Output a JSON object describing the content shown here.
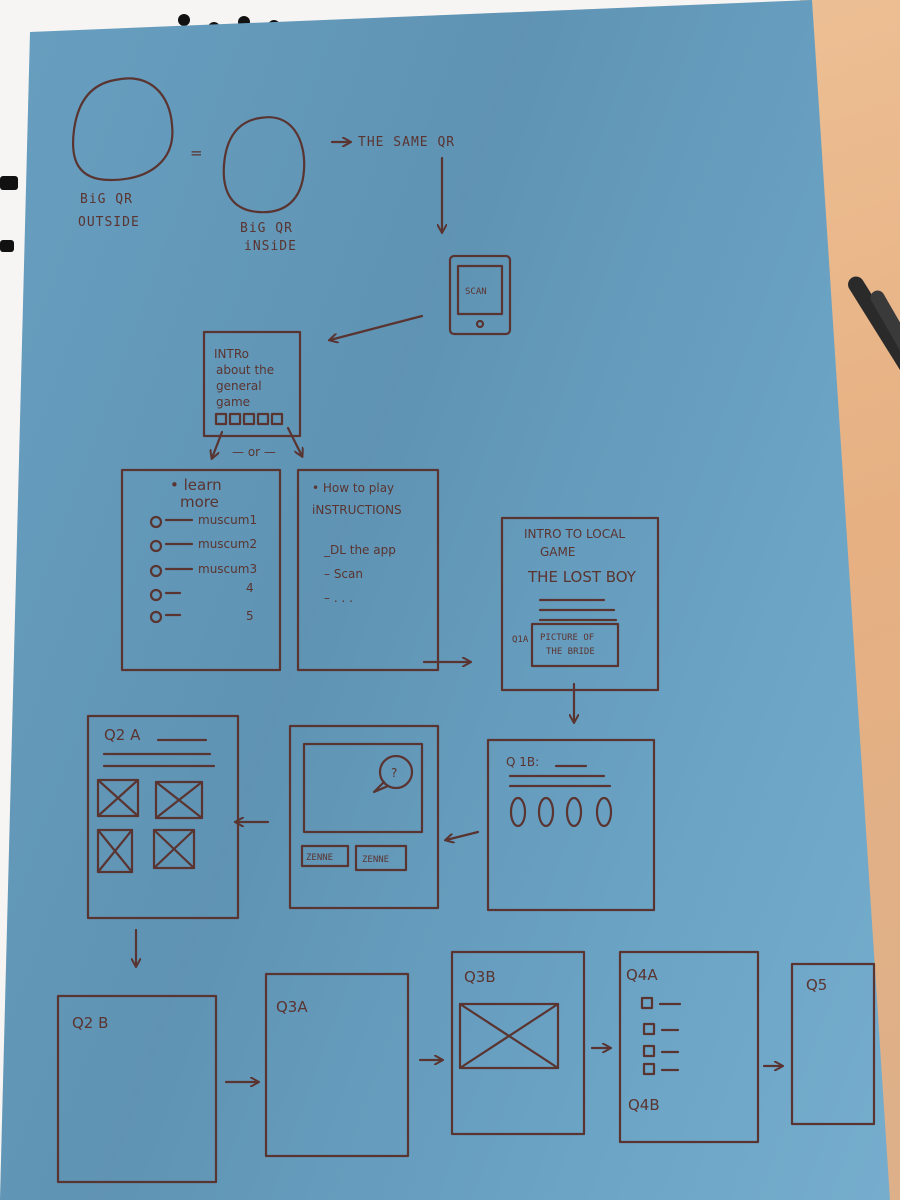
{
  "blob_left": {
    "line1": "BiG QR",
    "line2": "OUTSIDE"
  },
  "equals": "=",
  "blob_right": {
    "line1": "BiG QR",
    "line2": "iNSiDE"
  },
  "same_qr": "THE SAME QR",
  "scan": "SCAN",
  "intro": {
    "line1": "INTRo",
    "line2": "about the",
    "line3": "general",
    "line4": "game"
  },
  "or": "— or —",
  "learn_more": {
    "line1": "• learn",
    "line2": "more",
    "items": [
      "muscum1",
      "muscum2",
      "muscum3",
      "4",
      "5"
    ]
  },
  "how_to_play": {
    "line1": "• How to play",
    "line2": "iNSTRUCTIONS",
    "item1": "_DL the app",
    "item2": "– Scan",
    "item3": "– . . ."
  },
  "local_game": {
    "line1": "INTRO TO LOCAL",
    "line2": "GAME",
    "line3": "THE LOST BOY",
    "q1a": "Q1A",
    "picture_line1": "PICTURE OF",
    "picture_line2": "THE BRIDE"
  },
  "q1b": "Q 1B:",
  "bubble": "?",
  "choice1": "ZENNE",
  "choice2": "ZENNE",
  "q2a": "Q2 A",
  "q2b": "Q2 B",
  "q3a": "Q3A",
  "q3b": "Q3B",
  "q4a": "Q4A",
  "q4b": "Q4B",
  "q5": "Q5",
  "colors": {
    "paper": "#6fa9cb",
    "ink": "#5a3430",
    "table": "#e9b98c"
  }
}
